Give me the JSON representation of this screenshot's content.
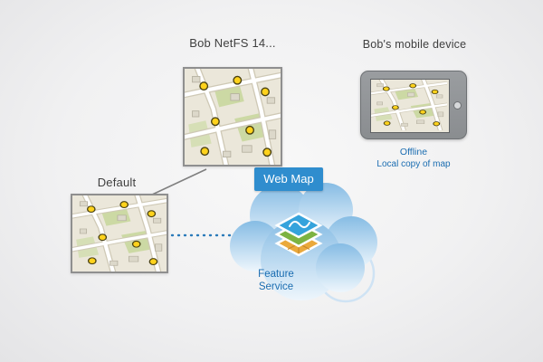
{
  "labels": {
    "netfs": "Bob NetFS 14...",
    "mobile_device": "Bob's mobile device",
    "default_replica": "Default",
    "web_map": "Web Map",
    "feature_service": "Feature Service",
    "offline_line1": "Offline",
    "offline_line2": "Local copy of map"
  },
  "colors": {
    "accent_blue": "#1b6db1",
    "web_map_badge_bg": "#2f8dce",
    "label_text": "#3f3f3f",
    "map_point_yellow": "#ffd21c",
    "cloud_blue_top": "#86bce4",
    "cloud_blue_bottom": "#eef6fc",
    "device_gray": "#8f9396",
    "layer_blue": "#35a3dc",
    "layer_green": "#7cb342",
    "layer_orange": "#eaa93c"
  }
}
